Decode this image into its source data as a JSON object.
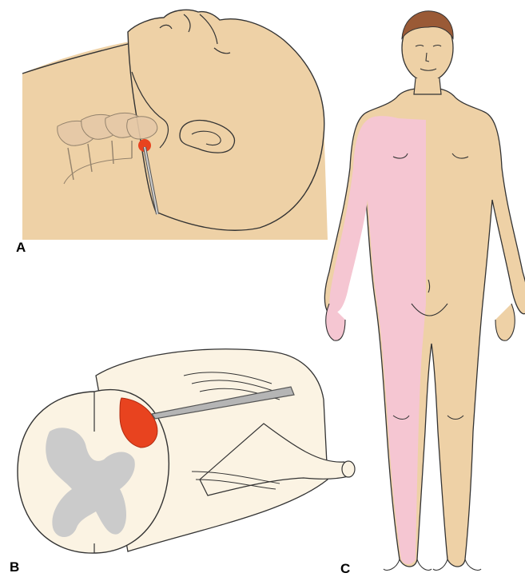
{
  "panels": {
    "a": {
      "label": "A"
    },
    "b": {
      "label": "B"
    },
    "c": {
      "label": "C"
    }
  },
  "colors": {
    "skin": "#eed1a6",
    "outline": "#333333",
    "lesion": "#e8431f",
    "hemisensory_area": "#f5c6d2",
    "vertebra": "#e6c9a8",
    "cord_white_matter": "#fbf3e3",
    "cord_gray_matter": "#cbcbcb",
    "hair": "#9a5a36",
    "probe": "#a8a8a8"
  },
  "icons": {
    "head_neck": "head-neck-illustration-icon",
    "spinal_cord": "spinal-cord-section-icon",
    "body": "human-figure-icon",
    "needle": "needle-icon"
  }
}
